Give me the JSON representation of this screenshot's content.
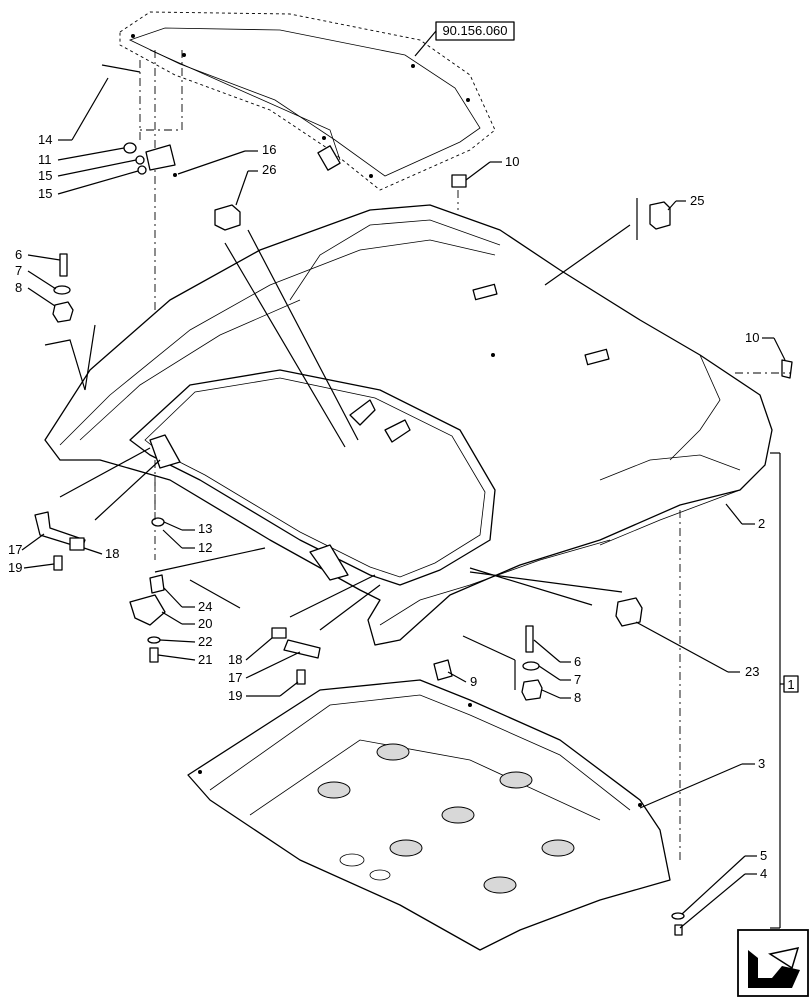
{
  "reference_box": "90.156.060",
  "group_box": "1",
  "callouts": [
    "14",
    "11",
    "15",
    "15",
    "16",
    "26",
    "10",
    "25",
    "6",
    "7",
    "8",
    "10",
    "17",
    "18",
    "19",
    "13",
    "12",
    "24",
    "20",
    "22",
    "21",
    "2",
    "18",
    "17",
    "19",
    "9",
    "6",
    "7",
    "8",
    "23",
    "3",
    "5",
    "4"
  ]
}
